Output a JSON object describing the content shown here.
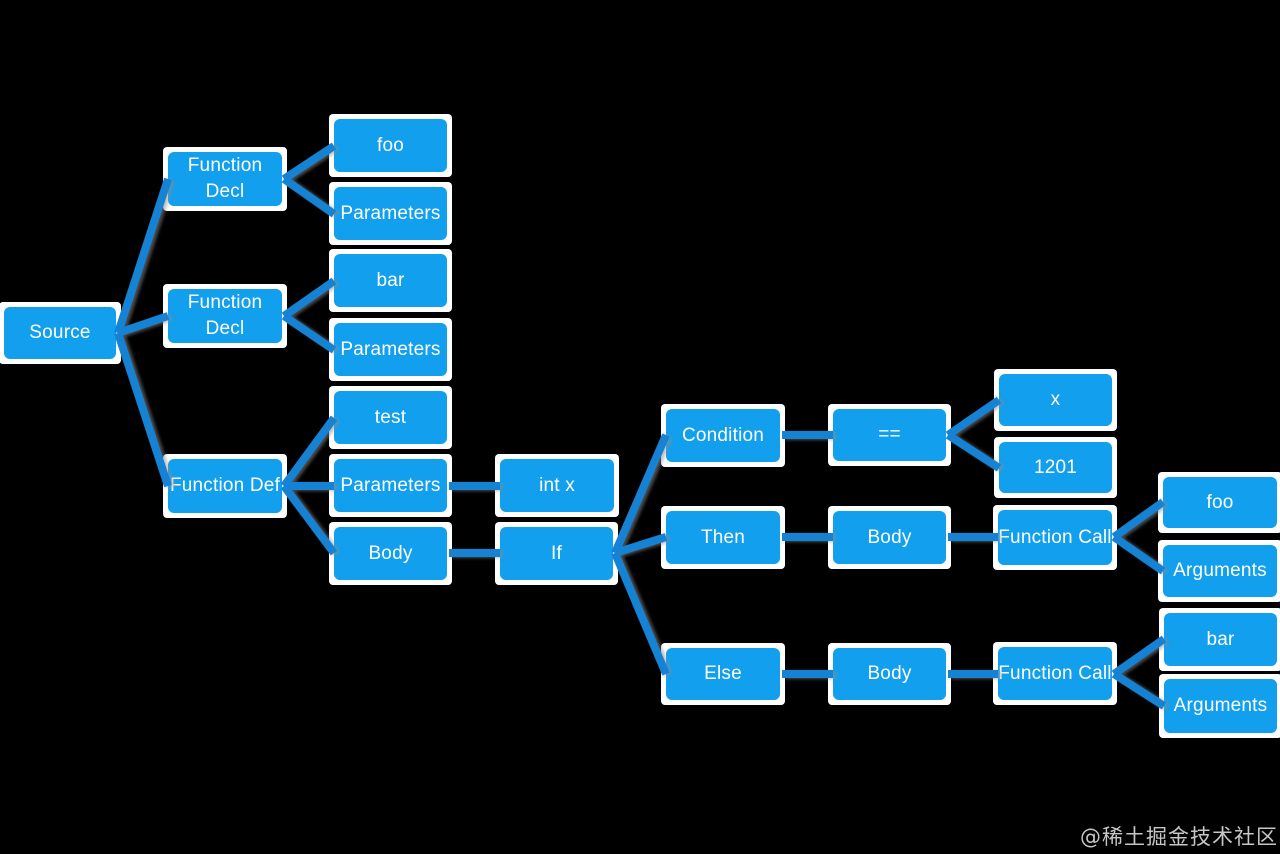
{
  "colors": {
    "background": "#000000",
    "node_fill": "#129FEE",
    "node_halo": "#FFFFFF",
    "connector": "#1682D4",
    "node_text": "#FFFFFF"
  },
  "watermark": "@稀土掘金技术社区",
  "nodes": [
    {
      "id": "source",
      "label": "Source"
    },
    {
      "id": "function-decl-1",
      "label": "Function Decl"
    },
    {
      "id": "foo-1",
      "label": "foo"
    },
    {
      "id": "parameters-1",
      "label": "Parameters"
    },
    {
      "id": "function-decl-2",
      "label": "Function Decl"
    },
    {
      "id": "bar-1",
      "label": "bar"
    },
    {
      "id": "parameters-2",
      "label": "Parameters"
    },
    {
      "id": "function-def",
      "label": "Function Def"
    },
    {
      "id": "test",
      "label": "test"
    },
    {
      "id": "parameters-3",
      "label": "Parameters"
    },
    {
      "id": "body-1",
      "label": "Body"
    },
    {
      "id": "int-x",
      "label": "int x"
    },
    {
      "id": "if",
      "label": "If"
    },
    {
      "id": "condition",
      "label": "Condition"
    },
    {
      "id": "equals-operator",
      "label": "=="
    },
    {
      "id": "x",
      "label": "x"
    },
    {
      "id": "number-1201",
      "label": "1201"
    },
    {
      "id": "then",
      "label": "Then"
    },
    {
      "id": "body-2",
      "label": "Body"
    },
    {
      "id": "function-call-1",
      "label": "Function Call"
    },
    {
      "id": "foo-2",
      "label": "foo"
    },
    {
      "id": "arguments-1",
      "label": "Arguments"
    },
    {
      "id": "else",
      "label": "Else"
    },
    {
      "id": "body-3",
      "label": "Body"
    },
    {
      "id": "function-call-2",
      "label": "Function Call"
    },
    {
      "id": "bar-2",
      "label": "bar"
    },
    {
      "id": "arguments-2",
      "label": "Arguments"
    }
  ],
  "tree": {
    "label": "Source",
    "children": [
      {
        "label": "Function Decl",
        "children": [
          {
            "label": "foo"
          },
          {
            "label": "Parameters"
          }
        ]
      },
      {
        "label": "Function Decl",
        "children": [
          {
            "label": "bar"
          },
          {
            "label": "Parameters"
          }
        ]
      },
      {
        "label": "Function Def",
        "children": [
          {
            "label": "test"
          },
          {
            "label": "Parameters",
            "children": [
              {
                "label": "int x"
              }
            ]
          },
          {
            "label": "Body",
            "children": [
              {
                "label": "If",
                "children": [
                  {
                    "label": "Condition",
                    "children": [
                      {
                        "label": "==",
                        "children": [
                          {
                            "label": "x"
                          },
                          {
                            "label": "1201"
                          }
                        ]
                      }
                    ]
                  },
                  {
                    "label": "Then",
                    "children": [
                      {
                        "label": "Body",
                        "children": [
                          {
                            "label": "Function Call",
                            "children": [
                              {
                                "label": "foo"
                              },
                              {
                                "label": "Arguments"
                              }
                            ]
                          }
                        ]
                      }
                    ]
                  },
                  {
                    "label": "Else",
                    "children": [
                      {
                        "label": "Body",
                        "children": [
                          {
                            "label": "Function Call",
                            "children": [
                              {
                                "label": "bar"
                              },
                              {
                                "label": "Arguments"
                              }
                            ]
                          }
                        ]
                      }
                    ]
                  }
                ]
              }
            ]
          }
        ]
      }
    ]
  }
}
